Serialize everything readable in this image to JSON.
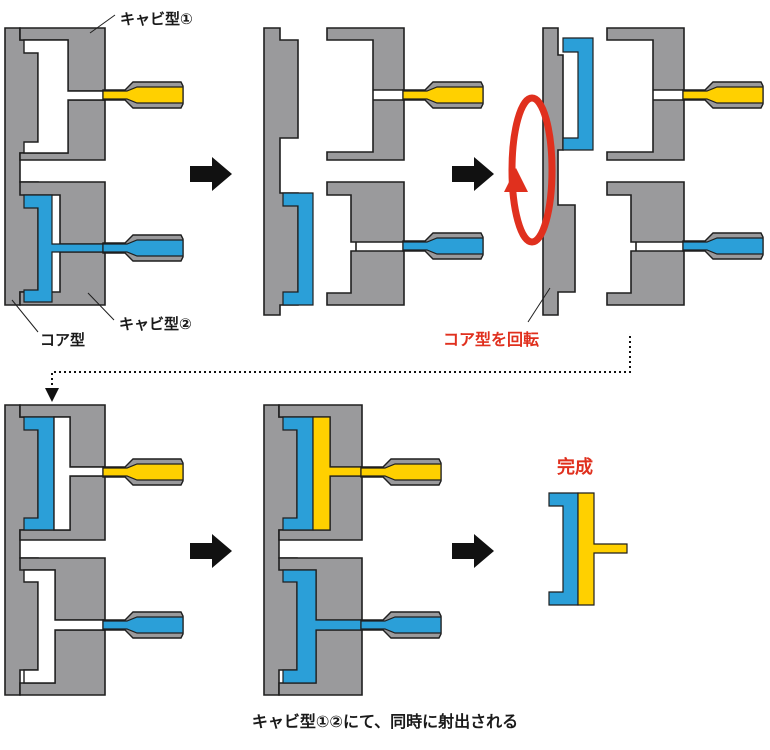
{
  "labels": {
    "cavity1": "キャビ型①",
    "cavity2": "キャビ型②",
    "core": "コア型",
    "rotate": "コア型を回転",
    "done": "完成",
    "caption": "キャビ型①②にて、同時に射出される"
  },
  "colors": {
    "mold": "#9a9a9c",
    "resin_yellow": "#ffd000",
    "resin_blue": "#2b9fd8",
    "accent_red": "#e0301e",
    "arrow": "#111111"
  }
}
